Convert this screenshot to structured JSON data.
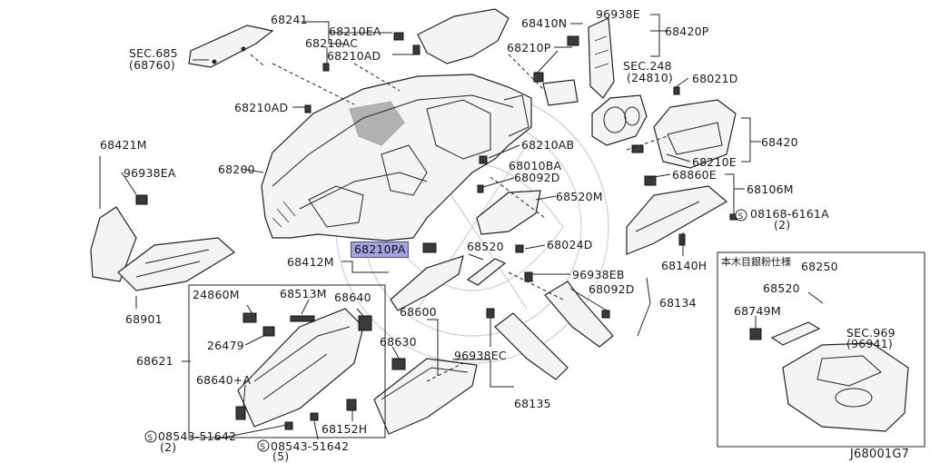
{
  "diagram_code": "J68001G7",
  "inset_title": "本木目銀粉仕様",
  "highlighted_part": "68210PA",
  "labels": {
    "l68241": "68241",
    "l68210EA": "68210EA",
    "l68210AC": "68210AC",
    "l68210AD_top": "68210AD",
    "l_sec685": "SEC.685",
    "l_68760": "(68760)",
    "l68410N": "68410N",
    "l96938E": "96938E",
    "l68210P": "68210P",
    "l68420P": "68420P",
    "l_sec248": "SEC.248",
    "l_24810": "(24810)",
    "l68021D": "68021D",
    "l68210AD_left": "68210AD",
    "l68420": "68420",
    "l68210E": "68210E",
    "l68421M": "68421M",
    "l96938EA": "96938EA",
    "l68210AB": "68210AB",
    "l68010BA": "68010BA",
    "l68092D_top": "68092D",
    "l68200": "68200",
    "l68860E": "68860E",
    "l68106M": "68106M",
    "l68520M": "68520M",
    "l08168": "08168-6161A",
    "l08168_qty": "(2)",
    "l68210PA": "68210PA",
    "l68412M": "68412M",
    "l68520": "68520",
    "l68024D": "68024D",
    "l68140H": "68140H",
    "l68250": "68250",
    "l96938EB": "96938EB",
    "l68092D_mid": "68092D",
    "l68134": "68134",
    "l68901": "68901",
    "l24860M": "24860M",
    "l68513M": "68513M",
    "l68640": "68640",
    "l68600": "68600",
    "l68520_inset": "68520",
    "l68749M": "68749M",
    "l_sec969": "SEC.969",
    "l_96941": "(96941)",
    "l26479": "26479",
    "l68630": "68630",
    "l96938EC": "96938EC",
    "l68621": "68621",
    "l68640A": "68640+A",
    "l68135": "68135",
    "l68152H": "68152H",
    "l08543_a": "08543-51642",
    "l08543_a_qty": "(2)",
    "l08543_b": "08543-51642",
    "l08543_b_qty": "(5)"
  },
  "icons": {
    "screw_symbol": "circle-s-icon"
  }
}
